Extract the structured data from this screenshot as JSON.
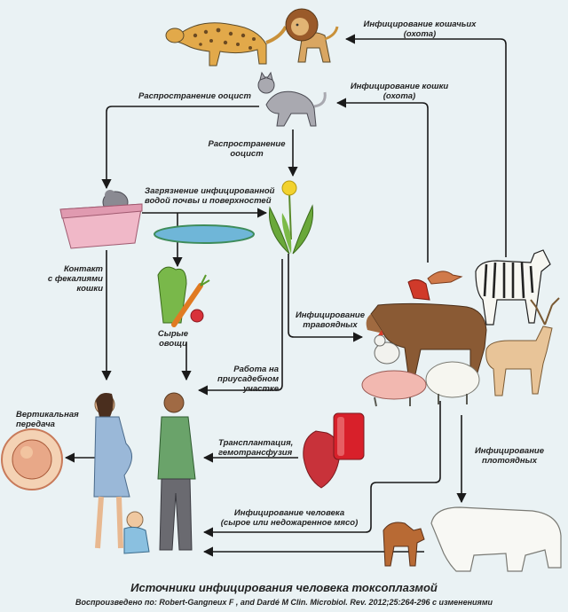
{
  "labels": {
    "felid_infection": "Инфицирование кошачьих\n(охота)",
    "cat_infection": "Инфицирование кошки\n(охота)",
    "oocyst_spread_left": "Распространение ооцист",
    "oocyst_spread_down": "Распространение\nооцист",
    "contamination": "Загрязнение инфицированной\nводой почвы и поверхностей",
    "feces_contact": "Контакт\nс фекалиями\nкошки",
    "raw_vegetables": "Сырые\nовощи",
    "herbivore_infection": "Инфицирование\nтравоядных",
    "garden_work": "Работа на\nприусадебном\nучастке",
    "vertical_transmission": "Вертикальная\nпередача",
    "transplantation": "Трансплантация,\nгемотрансфузия",
    "carnivore_infection": "Инфицирование\nплотоядных",
    "human_infection": "Инфицирование человека\n(сырое или недожаренное мясо)"
  },
  "footer": {
    "title": "Источники инфицирования человека токсоплазмой",
    "credit": "Воспроизведено по: Robert-Gangneux F , and Dardé M Clin. Microbiol. Rev. 2012;25:264-296 с изменениями"
  },
  "colors": {
    "background": "#eaf2f4",
    "arrow": "#1a1a1a"
  }
}
